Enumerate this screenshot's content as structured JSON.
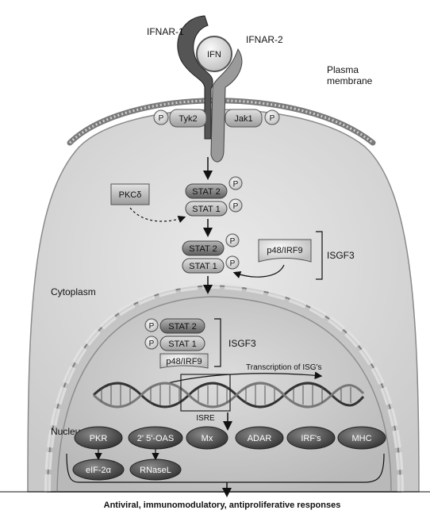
{
  "labels": {
    "ifnar1": "IFNAR-1",
    "ifnar2": "IFNAR-2",
    "ifn": "IFN",
    "plasma_line1": "Plasma",
    "plasma_line2": "membrane",
    "tyk2": "Tyk2",
    "jak1": "Jak1",
    "p": "P",
    "pkc": "PKCδ",
    "stat2": "STAT 2",
    "stat1": "STAT 1",
    "p48": "p48/IRF9",
    "isgf3": "ISGF3",
    "cytoplasm": "Cytoplasm",
    "transcription": "Transcription of ISG's",
    "isre": "ISRE",
    "nucleus": "Nucleus",
    "pkr": "PKR",
    "oas": "2' 5'-OAS",
    "mx": "Mx",
    "adar": "ADAR",
    "irfs": "IRF's",
    "mhc": "MHC",
    "eif2a": "eIF-2α",
    "rnasel": "RNaseL",
    "responses": "Antiviral, immunomodulatory, antiproliferative responses"
  }
}
